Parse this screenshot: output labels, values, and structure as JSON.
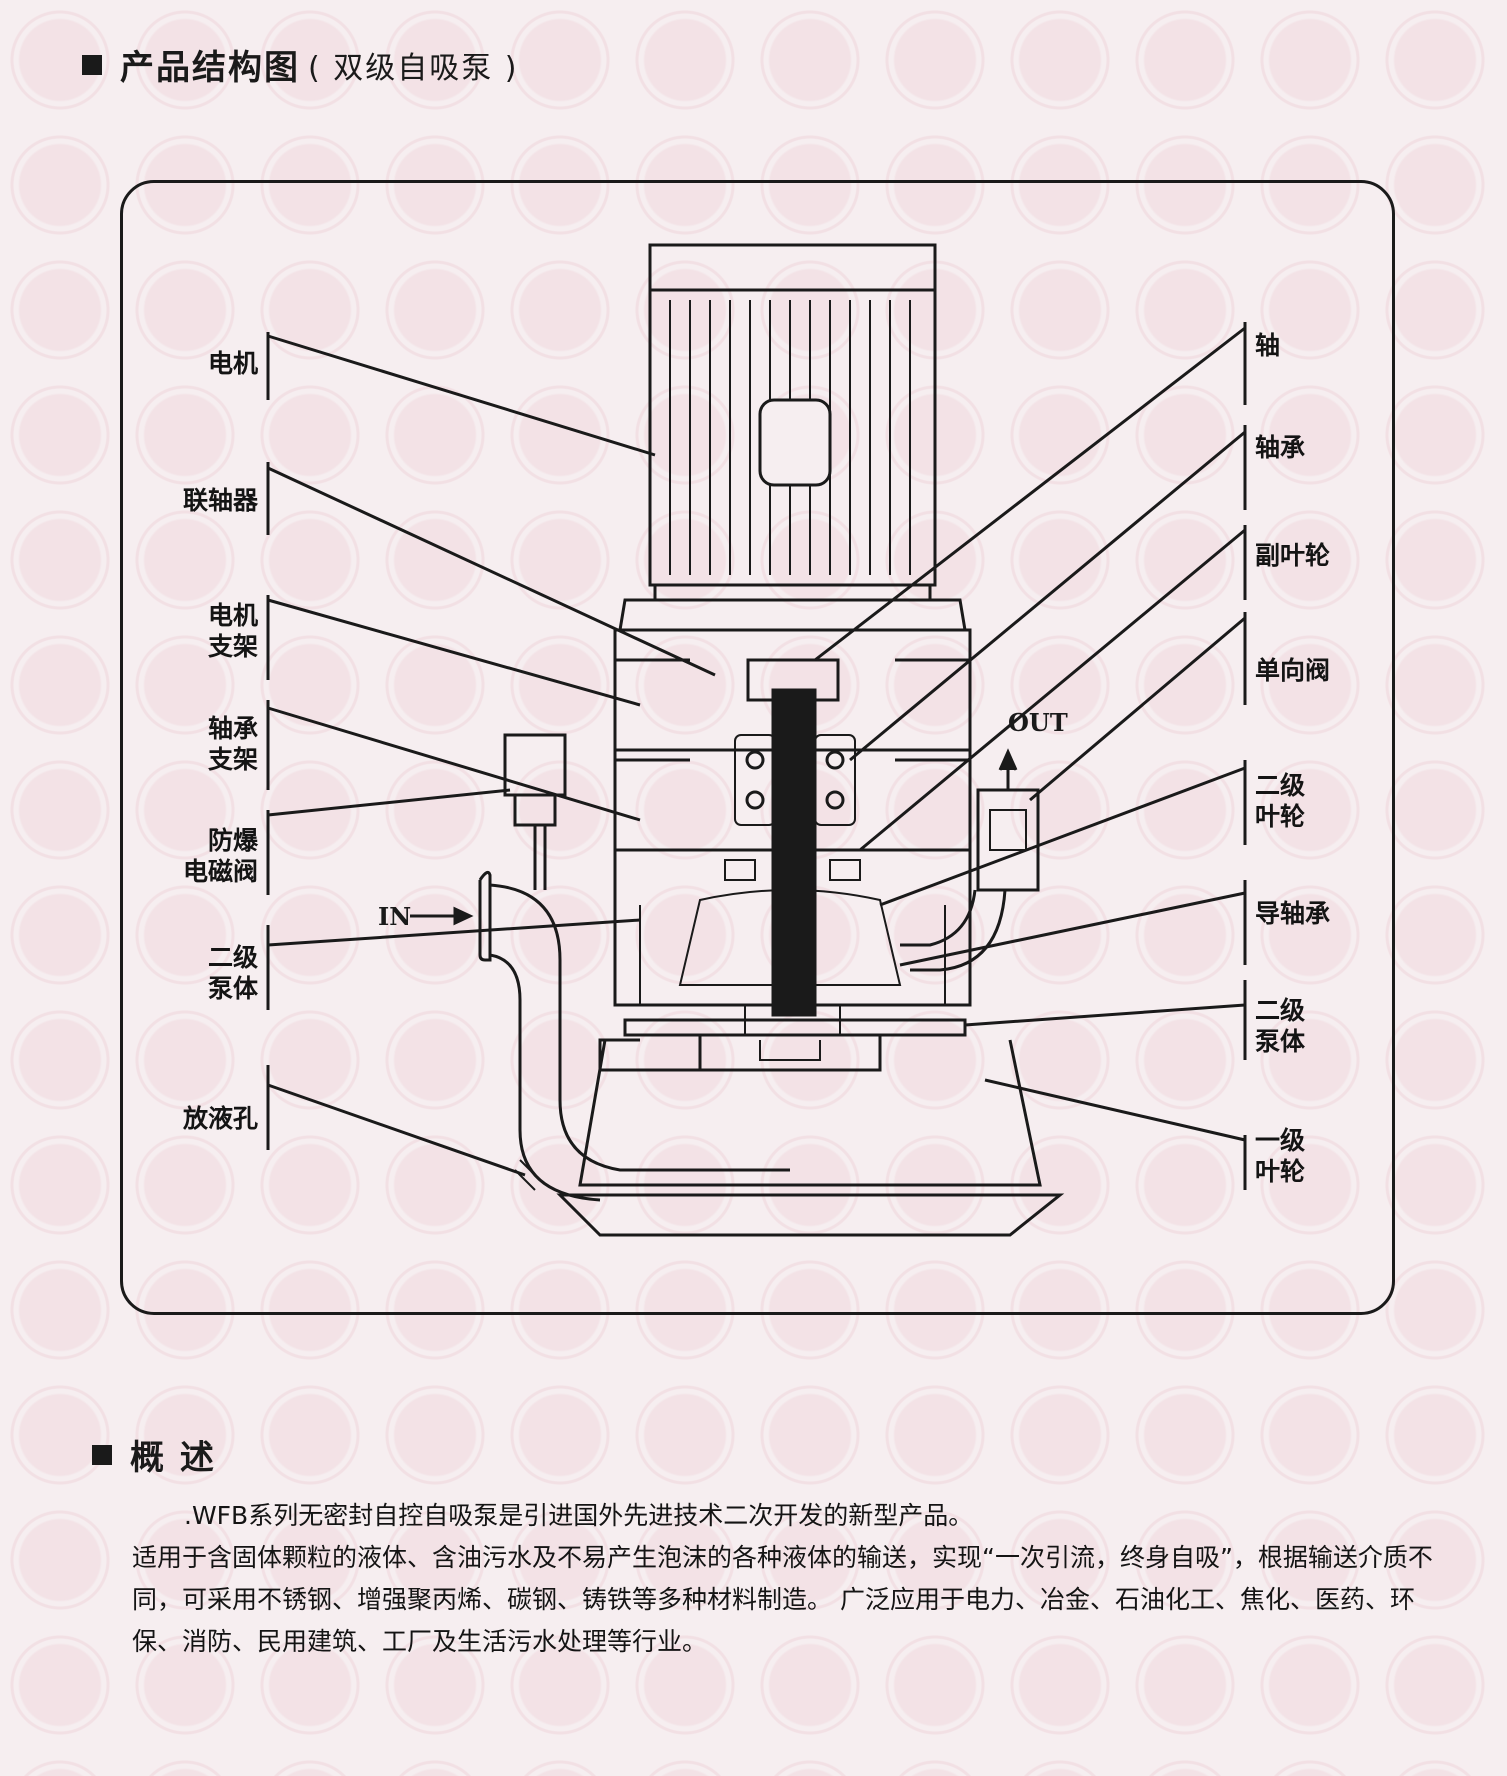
{
  "section_structure": {
    "title": "产品结构图",
    "subtitle": "( 双级自吸泵 )"
  },
  "labels_left": [
    "电机",
    "联轴器",
    "电机\n支架",
    "轴承\n支架",
    "防爆\n电磁阀",
    "二级\n泵体",
    "放液孔"
  ],
  "labels_right": [
    "轴",
    "轴承",
    "副叶轮",
    "单向阀",
    "二级\n叶轮",
    "导轴承",
    "二级\n泵体",
    "一级\n叶轮"
  ],
  "flow": {
    "in": "IN",
    "out": "OUT"
  },
  "section_overview": {
    "title": "概 述",
    "paragraphs": [
      ".WFB系列无密封自控自吸泵是引进国外先进技术二次开发的新型产品。",
      "适用于含固体颗粒的液体、含油污水及不易产生泡沫的各种液体的输送，实现“一次引流，终身自吸”，根据输送介质不同，可采用不锈钢、增强聚丙烯、碳钢、铸铁等多种材料制造。 广泛应用于电力、冶金、石油化工、焦化、医药、环保、消防、民用建筑、工厂及生活污水处理等行业。"
    ]
  }
}
